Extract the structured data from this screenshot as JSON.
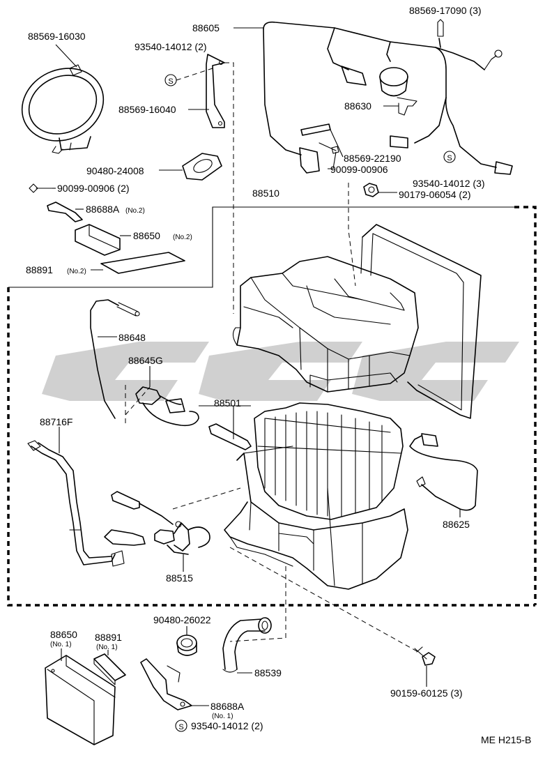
{
  "labels": {
    "p88569_16030": "88569-16030",
    "p93540_14012_top": "93540-14012 (2)",
    "p88569_16040": "88569-16040",
    "p88605": "88605",
    "p88569_17090": "88569-17090 (3)",
    "p88630": "88630",
    "p88569_22190": "88569-22190",
    "p90099_00906_right": "90099-00906",
    "p93540_14012_right": "93540-14012 (3)",
    "p90179_06054": "90179-06054 (2)",
    "p90480_24008": "90480-24008",
    "p90099_00906_left": "90099-00906 (2)",
    "p88688A_top": "88688A",
    "p88688A_top_sub": "(No.2)",
    "p88650_top": "88650",
    "p88650_top_sub": "(No.2)",
    "p88891_top": "88891",
    "p88891_top_sub": "(No.2)",
    "p88510": "88510",
    "p88648": "88648",
    "p88645G": "88645G",
    "p88501": "88501",
    "p88716F": "88716F",
    "p88625": "88625",
    "p88515": "88515",
    "p90480_26022": "90480-26022",
    "p88650_bot": "88650",
    "p88650_bot_sub": "(No. 1)",
    "p88891_bot": "88891",
    "p88891_bot_sub": "(No. 1)",
    "p88539": "88539",
    "p88688A_bot": "88688A",
    "p88688A_bot_sub": "(No. 1)",
    "p93540_14012_bot": "93540-14012 (2)",
    "p90159_60125": "90159-60125 (3)",
    "ref_code": "ME H215-B",
    "s_mark": "S"
  },
  "colors": {
    "line": "#000000",
    "watermark": "#c8c8c8",
    "background": "#ffffff"
  }
}
